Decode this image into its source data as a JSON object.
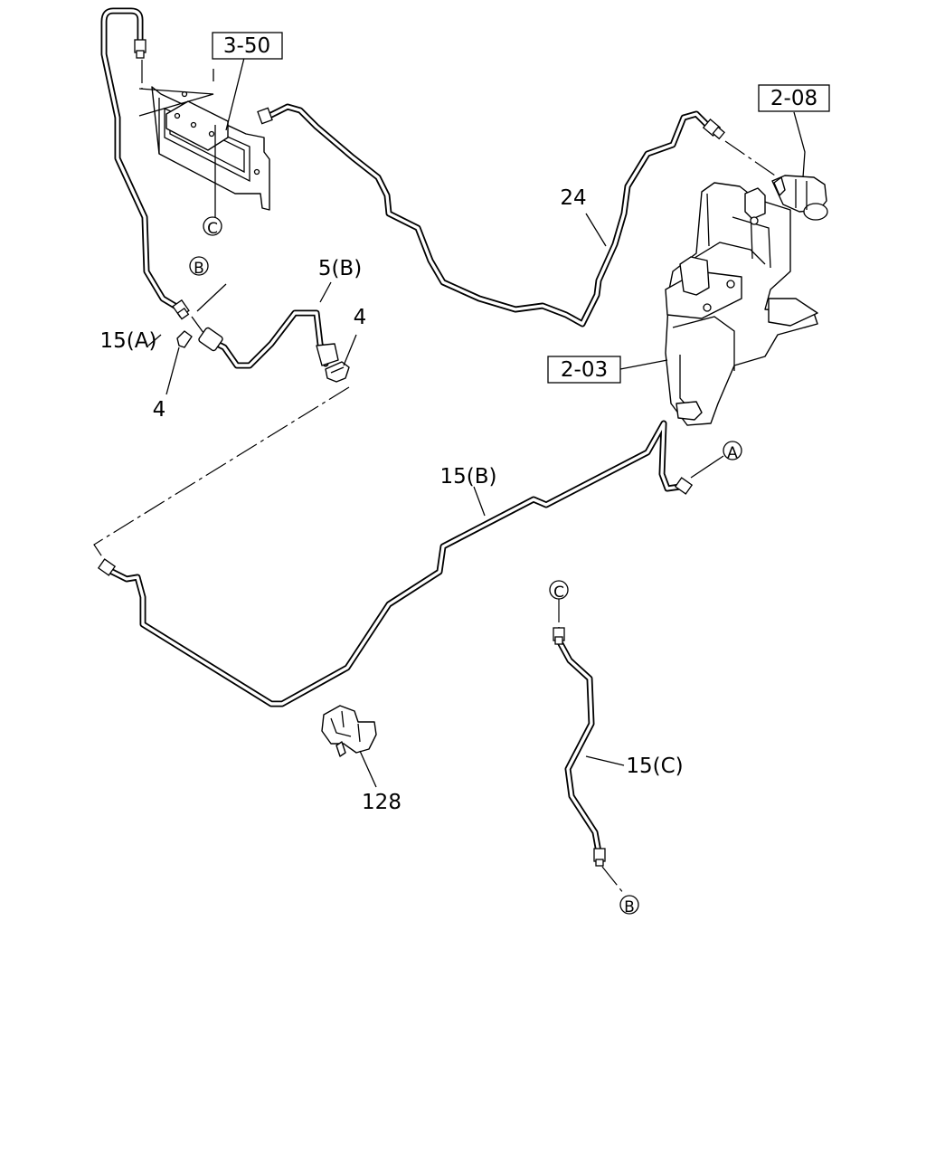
{
  "callouts": {
    "ref_3_50": "3-50",
    "ref_2_08": "2-08",
    "ref_2_03": "2-03",
    "part_24": "24",
    "part_15a": "15(A)",
    "part_5b": "5(B)",
    "part_4_right": "4",
    "part_4_left": "4",
    "part_15b": "15(B)",
    "part_15c": "15(C)",
    "part_128": "128"
  },
  "connection_markers": {
    "c_top": "C",
    "b_top": "B",
    "a_right": "A",
    "c_bottom": "C",
    "b_bottom": "B"
  }
}
